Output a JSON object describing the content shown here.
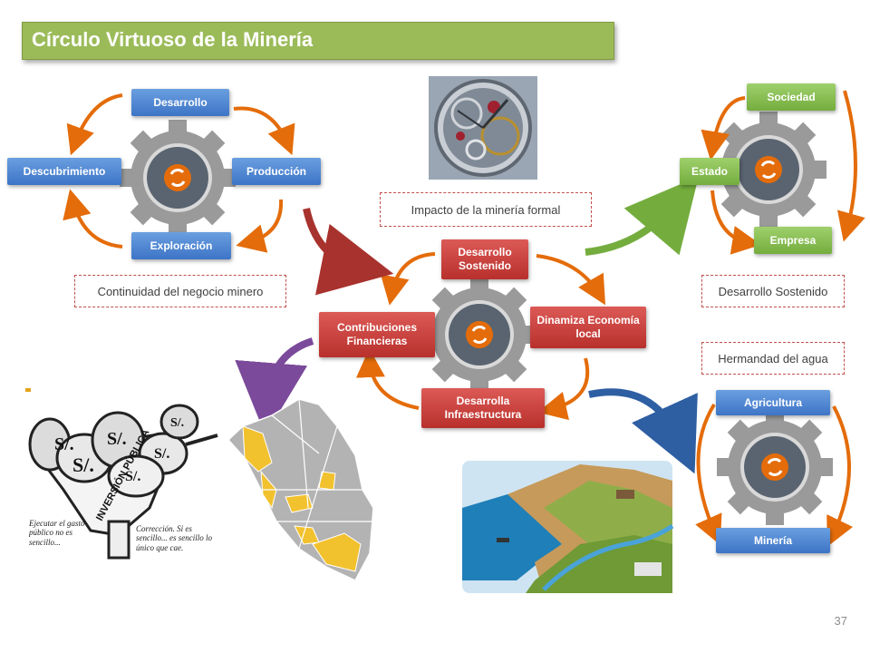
{
  "title": "Círculo Virtuoso de la Minería",
  "cycle1": {
    "labels": [
      "Desarrollo",
      "Producción",
      "Exploración",
      "Descubrimiento"
    ],
    "caption": "Continuidad del negocio minero"
  },
  "watch_caption": "Impacto de la minería formal",
  "cycle2": {
    "labels": [
      "Desarrollo Sostenido",
      "Dinamiza Economía local",
      "Desarrolla Infraestructura",
      "Contribuciones Financieras"
    ]
  },
  "cycle3": {
    "labels": [
      "Sociedad",
      "Estado",
      "Empresa"
    ],
    "caption": "Desarrollo Sostenido"
  },
  "cycle4": {
    "labels": [
      "Agricultura",
      "Minería"
    ],
    "caption": "Hermandad del agua"
  },
  "cartoon": {
    "bag_text": "S/.",
    "funnel_text": "INVERSIÓN PÚBLICA",
    "left_note": "Ejecutar el gasto público no es sencillo...",
    "right_note": "Corrección. Si es sencillo... es sencillo lo único que cae."
  },
  "page_number": "37",
  "colors": {
    "title_green": "#9bbb59",
    "blue": "#4f81bd",
    "red": "#c0504d",
    "green": "#8cc152",
    "orange": "#e46c0a",
    "gear": "#8c8c8c"
  }
}
